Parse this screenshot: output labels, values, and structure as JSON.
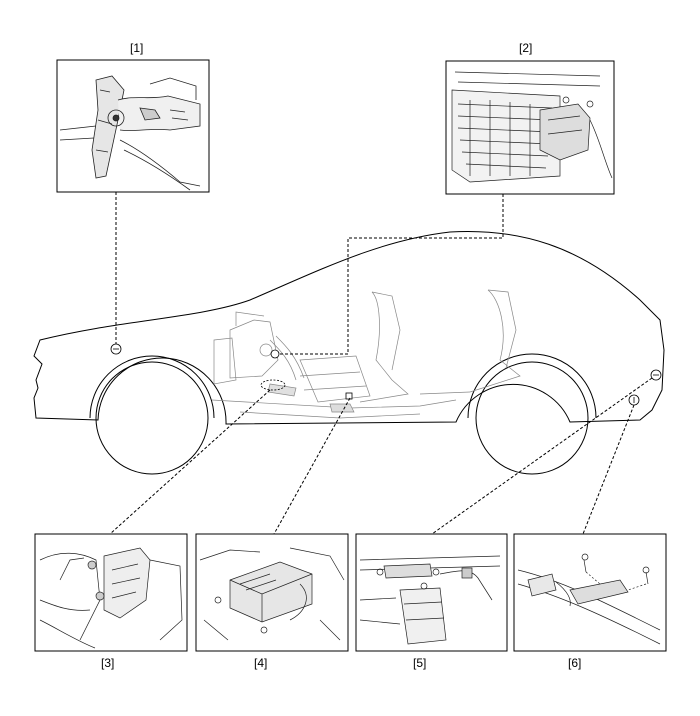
{
  "callouts": [
    {
      "label": "[1]"
    },
    {
      "label": "[2]"
    },
    {
      "label": "[3]"
    },
    {
      "label": "[4]"
    },
    {
      "label": "[5]"
    },
    {
      "label": "[6]"
    }
  ]
}
